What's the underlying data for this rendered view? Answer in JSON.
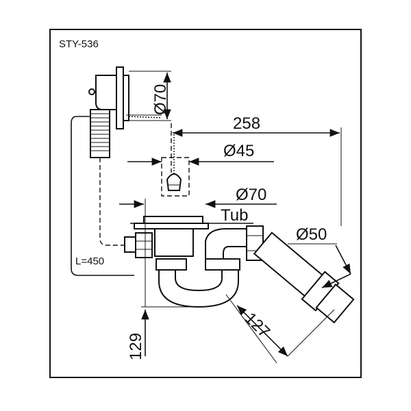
{
  "drawing": {
    "model": "STY-536",
    "dimensions": {
      "overflow_diameter": "Ø70",
      "length": "258",
      "plug_diameter": "Ø45",
      "drain_diameter": "Ø70",
      "tub_label": "Tub",
      "outlet_diameter": "Ø50",
      "cable_length": "L=450",
      "outlet_length": "127",
      "height": "129"
    }
  }
}
